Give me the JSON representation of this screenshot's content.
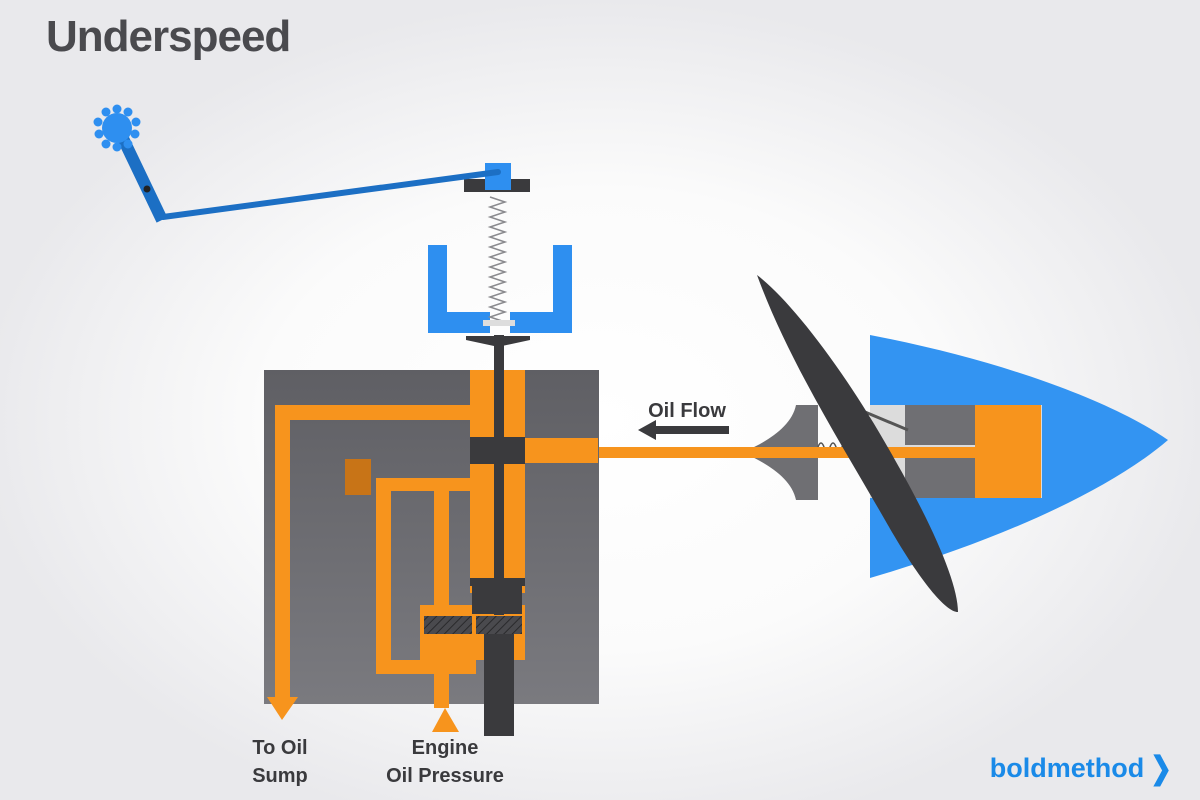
{
  "title": "Underspeed",
  "labels": {
    "oil_flow": "Oil Flow",
    "to_oil_sump_line1": "To Oil",
    "to_oil_sump_line2": "Sump",
    "engine_oil_pressure_line1": "Engine",
    "engine_oil_pressure_line2": "Oil Pressure"
  },
  "brand": {
    "name": "boldmethod",
    "chevron": "❯"
  },
  "colors": {
    "oil": "#f7941d",
    "flyweight_blue": "#2e8ff0",
    "linkage_blue": "#1c6fc4",
    "spinner_blue": "#3394f2",
    "governor_body": "#6f6f73",
    "dark": "#3a3a3d",
    "brand": "#1a8ae8"
  },
  "icons": {
    "flow_arrow": "left-arrow-icon",
    "sump_arrow": "down-arrow-icon",
    "pressure_arrow": "up-arrow-icon"
  }
}
